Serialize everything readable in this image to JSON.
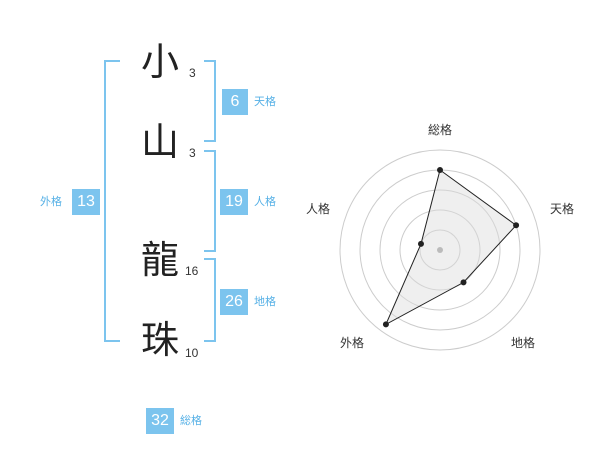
{
  "name": {
    "chars": [
      {
        "char": "小",
        "strokes": "3"
      },
      {
        "char": "山",
        "strokes": "3"
      },
      {
        "char": "龍",
        "strokes": "16"
      },
      {
        "char": "珠",
        "strokes": "10"
      }
    ]
  },
  "kaku": {
    "tenkaku": {
      "value": "6",
      "label": "天格"
    },
    "jinkaku": {
      "value": "19",
      "label": "人格"
    },
    "chikaku": {
      "value": "26",
      "label": "地格"
    },
    "gaikaku": {
      "value": "13",
      "label": "外格"
    },
    "soukaku": {
      "value": "32",
      "label": "総格"
    }
  },
  "radar": {
    "axes": [
      "総格",
      "天格",
      "地格",
      "外格",
      "人格"
    ],
    "values": [
      0.8,
      0.8,
      0.4,
      0.92,
      0.2
    ],
    "accent": "#7cc4ee"
  }
}
